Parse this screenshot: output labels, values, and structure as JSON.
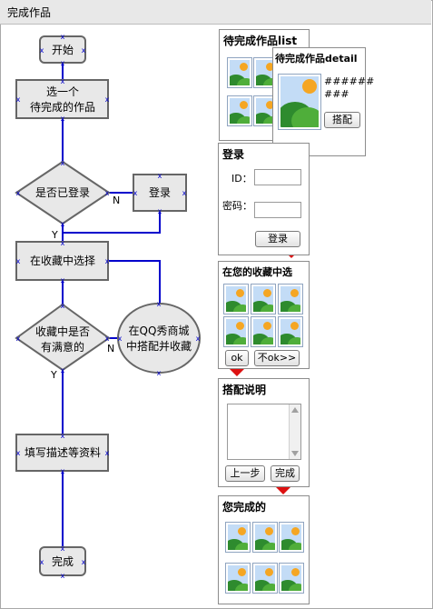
{
  "page": {
    "title": "完成作品"
  },
  "flow": {
    "start": "开始",
    "select_lines": [
      "选一个",
      "待完成的作品"
    ],
    "decision_login": "是否已登录",
    "login": "登录",
    "choose_favorites": "在收藏中选择",
    "decision_satisfied_lines": [
      "收藏中是否",
      "有满意的"
    ],
    "qq_mall_lines": [
      "在QQ秀商城",
      "中搭配并收藏"
    ],
    "fill_info": "填写描述等资料",
    "finish": "完成",
    "label_n1": "N",
    "label_y1": "Y",
    "label_n2": "N",
    "label_y2": "Y"
  },
  "panels": {
    "list": {
      "title": "待完成作品list"
    },
    "detail": {
      "title": "待完成作品detail",
      "text_line1": "######",
      "text_line2": "###",
      "button": "搭配"
    },
    "login": {
      "title": "登录",
      "id_label": "ID：",
      "password_label": "密码：",
      "button": "登录"
    },
    "favorites": {
      "title": "在您的收藏中选",
      "ok_button": "ok",
      "notok_button": "不ok>>"
    },
    "description": {
      "title": "搭配说明",
      "prev_button": "上一步",
      "finish_button": "完成"
    },
    "completed": {
      "title": "您完成的"
    }
  },
  "colors": {
    "connector": "#0000cc",
    "arrow": "#dd1111",
    "node_fill": "#e8e8e8",
    "node_border": "#666666"
  }
}
